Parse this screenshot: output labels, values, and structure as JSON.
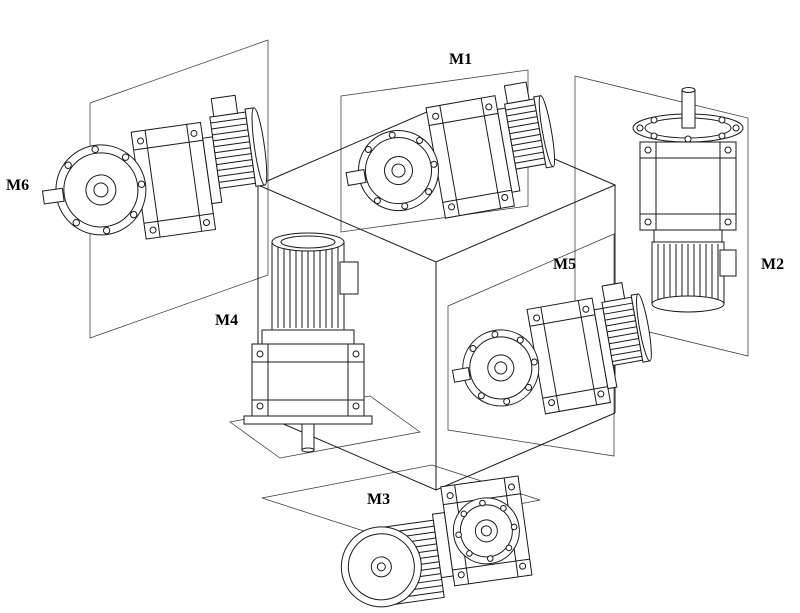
{
  "figure": {
    "type": "technical-line-diagram",
    "background_color": "#ffffff",
    "line_color": "#1a1a1a",
    "labels": [
      {
        "id": "m1",
        "text": "M1"
      },
      {
        "id": "m2",
        "text": "M2"
      },
      {
        "id": "m3",
        "text": "M3"
      },
      {
        "id": "m4",
        "text": "M4"
      },
      {
        "id": "m5",
        "text": "M5"
      },
      {
        "id": "m6",
        "text": "M6"
      }
    ]
  }
}
